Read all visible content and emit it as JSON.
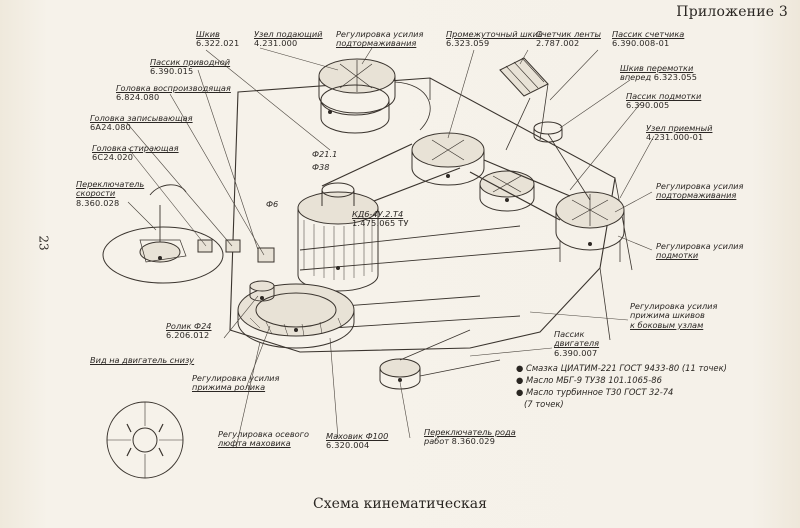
{
  "header": {
    "appendix": "Приложение 3",
    "page_number": "23"
  },
  "caption": "Схема кинематическая",
  "labels": {
    "shkiv": {
      "name": "Шкив",
      "code": "6.322.021"
    },
    "uzel_podayushchiy": {
      "name": "Узел подающий",
      "code": "4.231.000"
    },
    "reg_podtormazhivaniya_top": {
      "name": "Регулировка усилия",
      "name2": "подтормаживания"
    },
    "promezhutochny_shkiv": {
      "name": "Промежуточный шкив",
      "code": "6.323.059"
    },
    "schetchik_lenty": {
      "name": "Счетчик ленты",
      "code": "2.787.002"
    },
    "passik_schetchika": {
      "name": "Пассик счетчика",
      "code": "6.390.008-01"
    },
    "passik_privodnoy": {
      "name": "Пассик приводной",
      "code": "6.390.015"
    },
    "shkiv_peremotki": {
      "name": "Шкив перемотки",
      "name2": "вперед",
      "code": "6.323.055"
    },
    "golovka_vosproizv": {
      "name": "Головка воспроизводящая",
      "code": "6.824.080"
    },
    "passik_podmotki": {
      "name": "Пассик подмотки",
      "code": "6.390.005"
    },
    "golovka_zapisyv": {
      "name": "Головка записывающая",
      "code": "6А24.080"
    },
    "uzel_priemny": {
      "name": "Узел приемный",
      "code": "4.231.000-01"
    },
    "golovka_stirayushchaya": {
      "name": "Головка стирающая",
      "code": "6С24.020"
    },
    "pereklyuchatel_skorosti": {
      "name": "Переключатель",
      "name2": "скорости",
      "code": "8.360.028"
    },
    "phi211": "Ф21.1",
    "phi38": "Ф38",
    "phi6": "Ф6",
    "kd": "КД6-4У.2.Т4",
    "kd_code": "1.475.065 ТУ",
    "reg_podtormazhivaniya_right": {
      "name": "Регулировка усилия",
      "name2": "подтормаживания"
    },
    "reg_podmotki": {
      "name": "Регулировка усилия",
      "name2": "подмотки"
    },
    "reg_prizhima_shkivov": {
      "name": "Регулировка усилия",
      "name2": "прижима шкивов",
      "name3": "к боковым узлам"
    },
    "rolik": {
      "name": "Ролик Ф24",
      "code": "6.206.012"
    },
    "passik_dvigatelya": {
      "name": "Пассик",
      "name2": "двигателя",
      "code": "6.390.007"
    },
    "vid_na_dvigatel": "Вид на двигатель снизу",
    "reg_prizhima_rolika": {
      "name": "Регулировка усилия",
      "name2": "прижима ролика"
    },
    "reg_osevogo_lyufta": {
      "name": "Регулировка осевого",
      "name2": "люфта маховика"
    },
    "makhovik": {
      "name": "Маховик Ф100",
      "code": "6.320.004"
    },
    "pereklyuchatel_roda": {
      "name": "Переключатель рода",
      "name2": "работ",
      "code": "8.360.029"
    }
  },
  "legend": [
    {
      "symbol": "●",
      "text": "Смазка ЦИАТИМ-221 ГОСТ 9433-80 (11 точек)"
    },
    {
      "symbol": "●",
      "text": "Масло МБГ-9 ТУ38 101.1065-86"
    },
    {
      "symbol": "●",
      "text": "Масло турбинное Т30 ГОСТ 32-74"
    },
    {
      "symbol": "",
      "text": "(7 точек)"
    }
  ]
}
